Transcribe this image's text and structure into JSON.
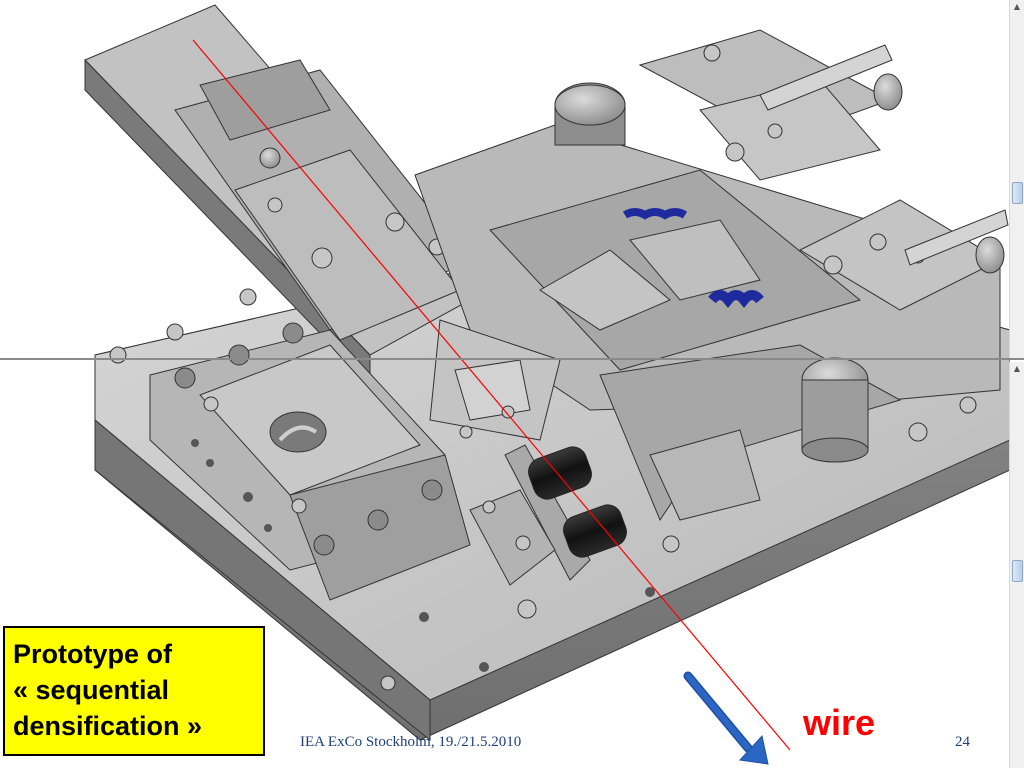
{
  "slide": {
    "caption_lines": [
      "Prototype of",
      "« sequential",
      "densification »"
    ],
    "wire_label": "wire",
    "footer": "IEA ExCo Stockholm, 19./21.5.2010",
    "page_number": "24"
  },
  "colors": {
    "metal_light": "#c9c9c9",
    "metal_mid": "#a8a8a8",
    "metal_dark": "#7c7c7c",
    "label_bg": "#ffff00",
    "wire_line": "#ff0000",
    "arrow": "#2a67c4",
    "spring": "#1f2a9c"
  },
  "icons": [
    "scroll-up-arrow-icon",
    "scroll-down-arrow-icon",
    "blue-arrow-icon"
  ]
}
